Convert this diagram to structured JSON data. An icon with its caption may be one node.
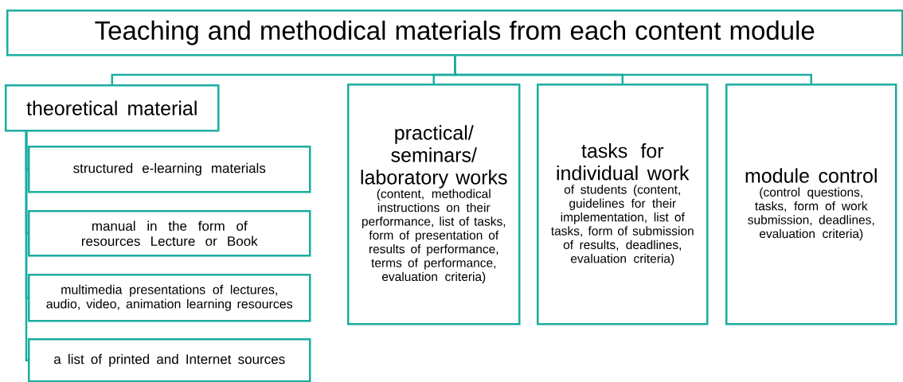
{
  "diagram": {
    "nodes": [
      {
        "text": [
          "Teaching and methodical materials from each content module"
        ]
      },
      {
        "text": [
          "theoretical material"
        ]
      },
      {
        "text": [
          "structured e-learning materials"
        ]
      },
      {
        "text": [
          "manual in the form of resources Lecture or Book"
        ]
      },
      {
        "text": [
          "multimedia presentations of lectures, audio, video, animation learning resources"
        ]
      },
      {
        "text": [
          "a list of printed and Internet sources"
        ]
      },
      {
        "text": [
          "practical/seminars/laboratory works",
          "(content, methodical instructions on their performance, list of tasks, form of presentation of results of performance, terms of performance, evaluation criteria)"
        ]
      },
      {
        "text": [
          "tasks for individual work",
          "of students (content, guidelines for their implementation, list of tasks, form of submission of results, deadlines, evaluation criteria)"
        ]
      },
      {
        "text": [
          "module control",
          "(control questions, tasks, form of work submission, deadlines, evaluation criteria)"
        ]
      }
    ],
    "edges": [
      {
        "from": 0,
        "to": 1,
        "arrow": "none"
      },
      {
        "from": 0,
        "to": 6,
        "arrow": "none"
      },
      {
        "from": 0,
        "to": 7,
        "arrow": "none"
      },
      {
        "from": 0,
        "to": 8,
        "arrow": "none"
      },
      {
        "from": 1,
        "to": 2,
        "arrow": "none"
      },
      {
        "from": 1,
        "to": 3,
        "arrow": "none"
      },
      {
        "from": 1,
        "to": 4,
        "arrow": "none"
      },
      {
        "from": 1,
        "to": 5,
        "arrow": "none"
      }
    ]
  }
}
